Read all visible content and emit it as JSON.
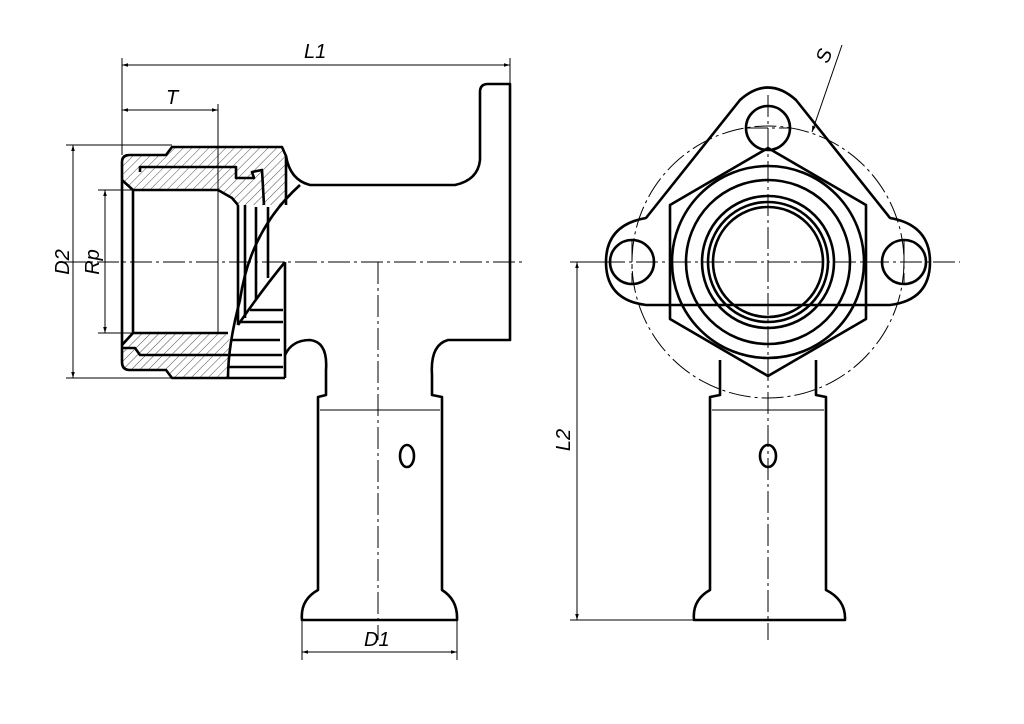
{
  "drawing": {
    "title": "Wall-plate elbow press fitting with female thread",
    "dimensions": {
      "L1": "L1",
      "T": "T",
      "D2": "D2",
      "Rp": "Rp",
      "D1": "D1",
      "L2": "L2",
      "S": "S"
    },
    "line_color": "#000000",
    "background": "#ffffff"
  }
}
